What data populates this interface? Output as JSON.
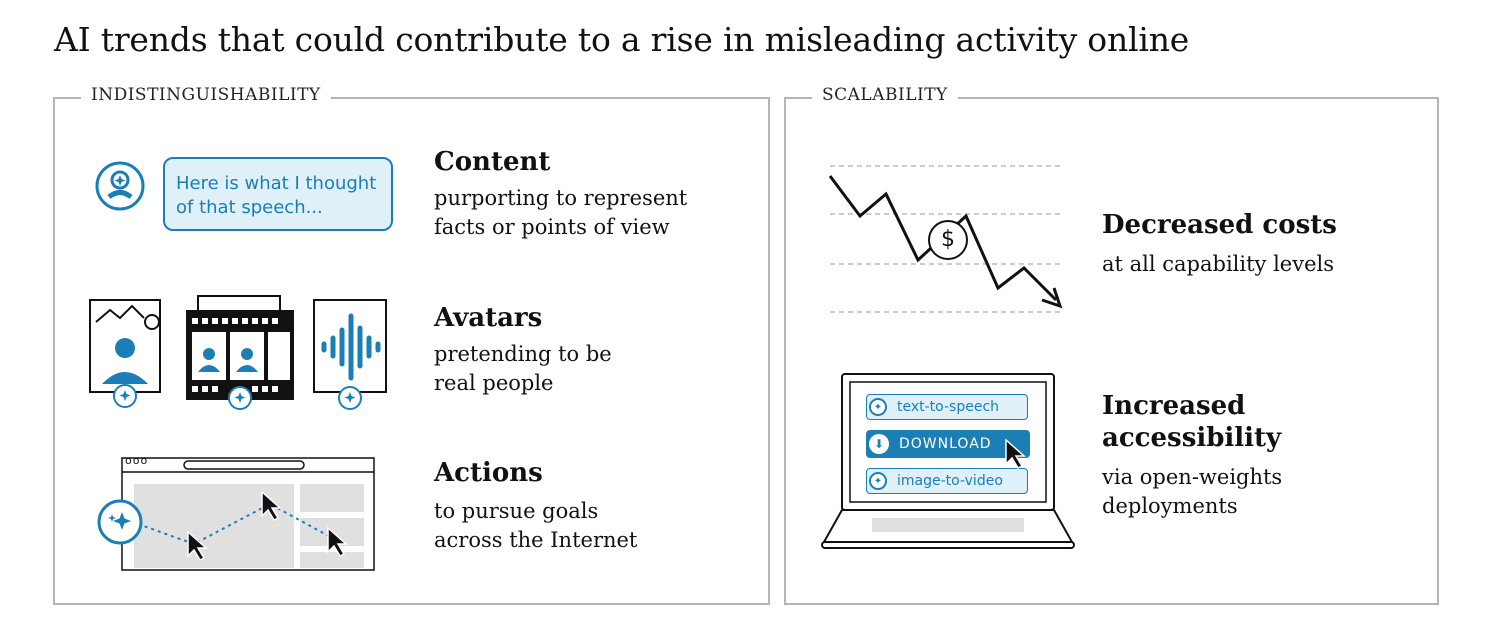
{
  "title": "AI trends that could contribute to a rise in misleading activity online",
  "panels": {
    "left": {
      "label": "INDISTINGUISHABILITY",
      "items": [
        {
          "heading": "Content",
          "desc_line1": "purporting to represent",
          "desc_line2": "facts or points of view"
        },
        {
          "heading": "Avatars",
          "desc_line1": "pretending to be",
          "desc_line2": "real people"
        },
        {
          "heading": "Actions",
          "desc_line1": "to pursue goals",
          "desc_line2": "across the Internet"
        }
      ],
      "chat_bubble": {
        "line1": "Here is what I thought",
        "line2": "of that speech..."
      },
      "browser_dots": "ooo"
    },
    "right": {
      "label": "SCALABILITY",
      "items": [
        {
          "heading": "Decreased costs",
          "desc_line1": "at all capability levels"
        },
        {
          "heading_line1": "Increased",
          "heading_line2": "accessibility",
          "desc_line1": "via open-weights",
          "desc_line2": "deployments"
        }
      ],
      "dollar": "$",
      "laptop_buttons": [
        "text-to-speech",
        "DOWNLOAD",
        "image-to-video"
      ]
    }
  },
  "colors": {
    "accent": "#1b7fb5",
    "accent_light": "#dff0f9",
    "border": "#b5b5b5",
    "grey": "#d9d9d9"
  },
  "icons": [
    "ai-sparkle-icon",
    "avatar-icon",
    "image-icon",
    "film-icon",
    "audio-wave-icon",
    "browser-icon",
    "cursor-icon",
    "dollar-icon",
    "download-icon",
    "laptop-icon"
  ]
}
